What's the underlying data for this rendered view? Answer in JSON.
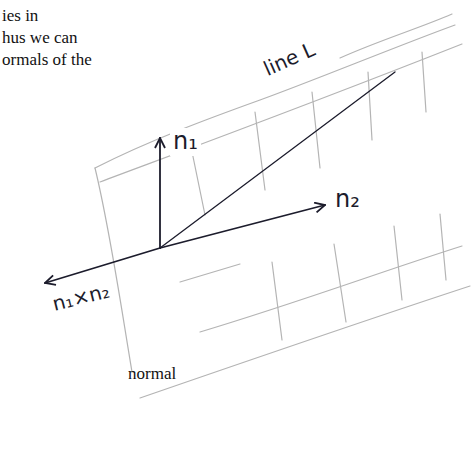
{
  "diagram": {
    "labels": [
      "ies in",
      "hus we can",
      "ormals of the",
      "n₁",
      "line L",
      "n₂",
      "n₁×n₂",
      "normal"
    ]
  }
}
